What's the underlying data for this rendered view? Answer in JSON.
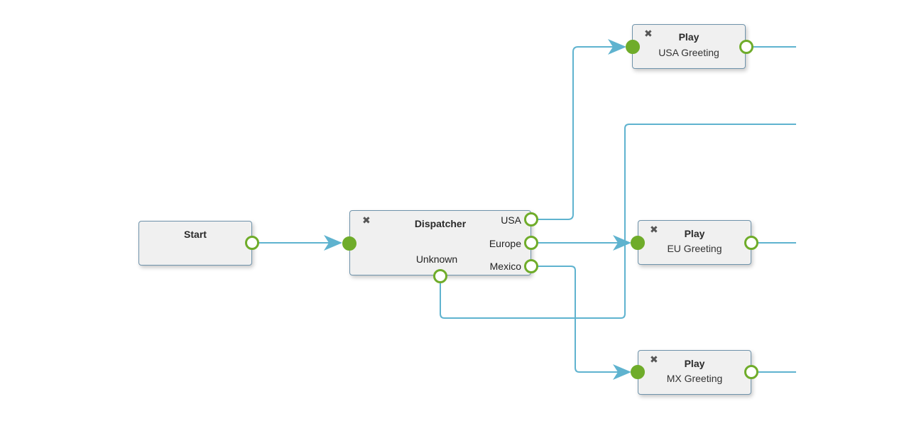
{
  "nodes": {
    "start": {
      "title": "Start"
    },
    "dispatcher": {
      "title": "Dispatcher",
      "close_icon": "close-icon",
      "outputs": {
        "usa": "USA",
        "europe": "Europe",
        "mexico": "Mexico",
        "unknown": "Unknown"
      }
    },
    "play_usa": {
      "title": "Play",
      "subtitle": "USA Greeting",
      "close_icon": "close-icon"
    },
    "play_eu": {
      "title": "Play",
      "subtitle": "EU Greeting",
      "close_icon": "close-icon"
    },
    "play_mx": {
      "title": "Play",
      "subtitle": "MX Greeting",
      "close_icon": "close-icon"
    }
  },
  "colors": {
    "connector": "#5fb3cf",
    "port": "#6fac2a",
    "node_fill": "#f0f0f0",
    "node_border": "#6f93ab"
  }
}
